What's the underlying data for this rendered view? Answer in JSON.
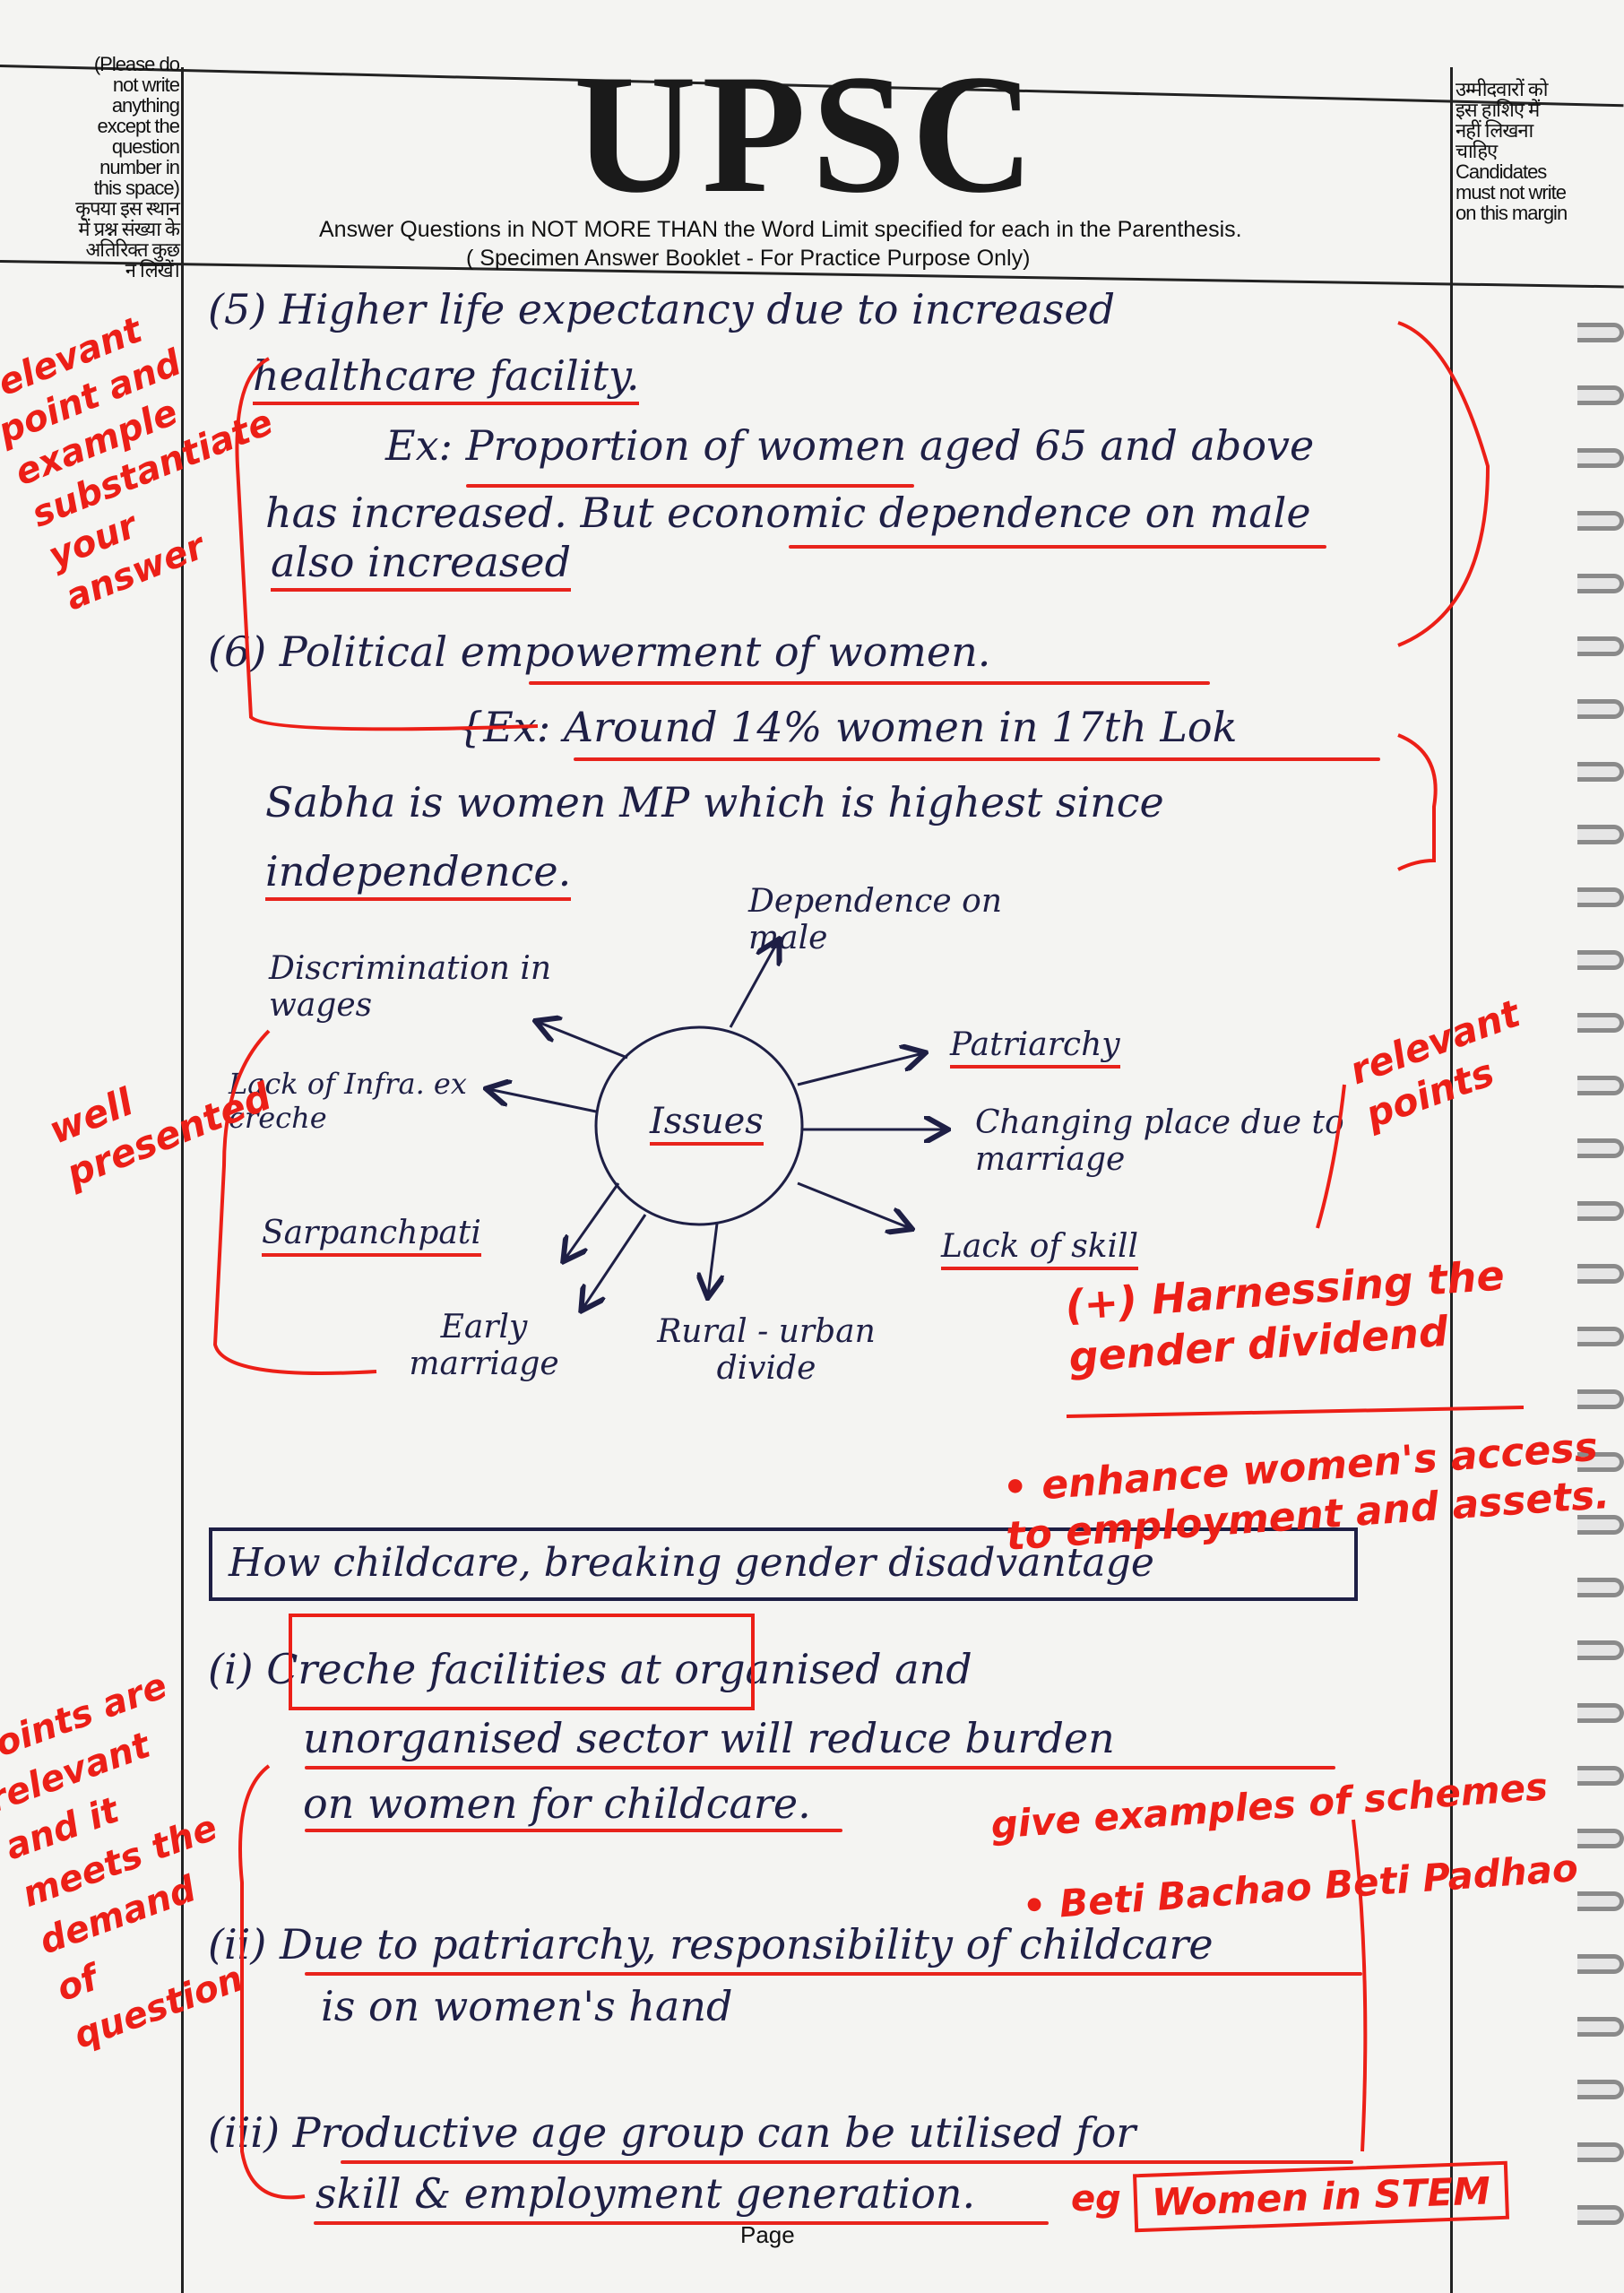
{
  "header": {
    "title": "UPSC",
    "instruction": "Answer Questions in NOT MORE THAN the Word Limit specified for each in the Parenthesis.",
    "subtitle": "( Specimen Answer Booklet - For Practice Purpose Only)",
    "left_margin_note": "(Please do not write anything except the question number in this space) कृपया इस स्थान में प्रश्न संख्या के अतिरिक्त कुछ न लिखें।",
    "right_margin_note": "उम्मीदवारों को इस हाशिए में नहीं लिखना चाहिए Candidates must not write on this margin"
  },
  "answer": {
    "lines": [
      "(5) Higher life expectancy due to increased",
      "healthcare facility.",
      "Ex: Proportion of women aged 65 and above",
      "has increased. But economic dependence on male",
      "also increased",
      "(6) Political empowerment of women.",
      "{Ex: Around 14% women in 17th Lok",
      "Sabha is women MP which is highest since",
      "independence."
    ],
    "mindmap": {
      "center": "Issues",
      "nodes": [
        "Dependence on male",
        "Discrimination in wages",
        "Patriarchy",
        "Lack of Infra. ex creche",
        "Changing place due to marriage",
        "Sarpanchpati",
        "Lack of skill",
        "Early marriage",
        "Rural - urban divide"
      ]
    },
    "section_heading": "How childcare, breaking gender disadvantage",
    "points": [
      "(i) Creche facilities at organised and",
      "unorganised sector will reduce burden",
      "on women for childcare.",
      "(ii) Due to patriarchy, responsibility of childcare",
      "is on women's hand",
      "(iii) Productive age group can be utilised for",
      "skill & employment generation."
    ],
    "footer": "Page"
  },
  "evaluator_comments": {
    "left_top": "relevant point and example substantiate your answer",
    "left_middle": "well presented",
    "left_bottom": "points are relevant and it meets the demand of question",
    "right_relevant": "relevant points",
    "harnessing": "(+) Harnessing the gender dividend",
    "enhance": "• enhance women's access to employment and assets.",
    "examples": "give examples of schemes",
    "beti": "• Beti Bachao Beti Padhao",
    "stem_prefix": "eg",
    "stem": "Women in STEM"
  },
  "colors": {
    "ink": "#1e1f45",
    "evaluator": "#ec1f17",
    "paper": "#f4f4f2"
  }
}
